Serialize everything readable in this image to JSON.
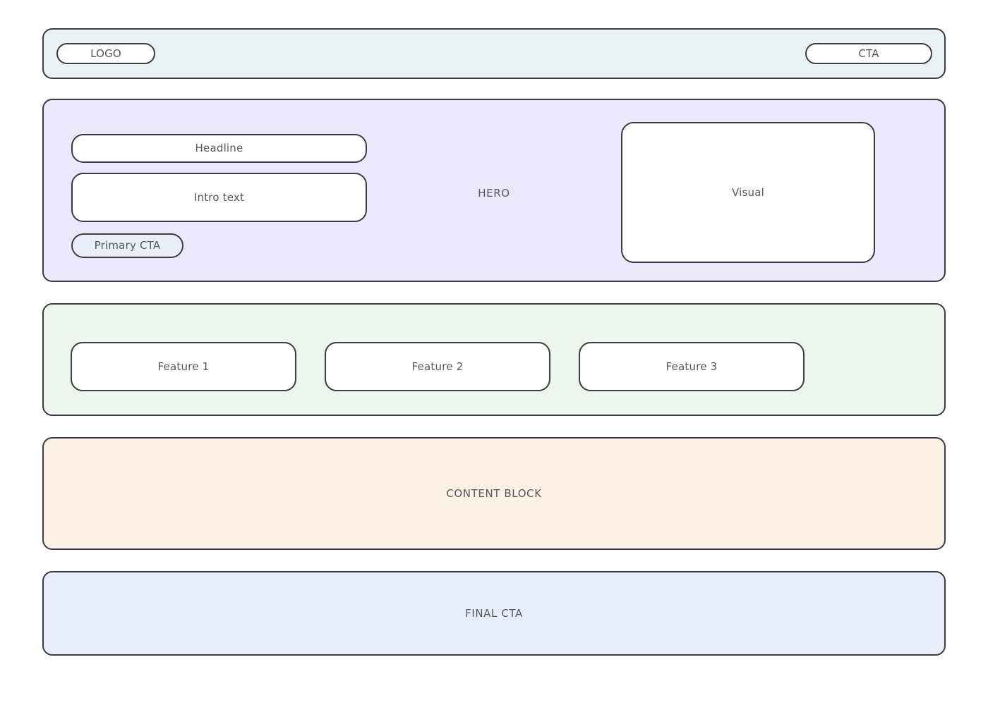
{
  "page": {
    "background_color": "#ffffff",
    "border_color": "#3c3b41",
    "text_color": "#57565c"
  },
  "header": {
    "section_name": "header",
    "background_color": "#e9f3f3",
    "logo_label": "LOGO",
    "cta_label": "CTA"
  },
  "hero": {
    "section_name": "hero",
    "section_label": "HERO",
    "background_color": "#ebe8fc",
    "headline_label": "Headline",
    "intro_label": "Intro text",
    "primary_cta_label": "Primary CTA",
    "primary_cta_color": "#e8eefa",
    "visual_label": "Visual"
  },
  "features": {
    "section_name": "features",
    "background_color": "#edf7ef",
    "cards": [
      {
        "label": "Feature 1"
      },
      {
        "label": "Feature 2"
      },
      {
        "label": "Feature 3"
      }
    ]
  },
  "content": {
    "section_name": "content-block",
    "background_color": "#fdf1e6",
    "label": "CONTENT BLOCK"
  },
  "final_cta": {
    "section_name": "final-cta",
    "background_color": "#e7edfb",
    "label": "FINAL CTA"
  }
}
